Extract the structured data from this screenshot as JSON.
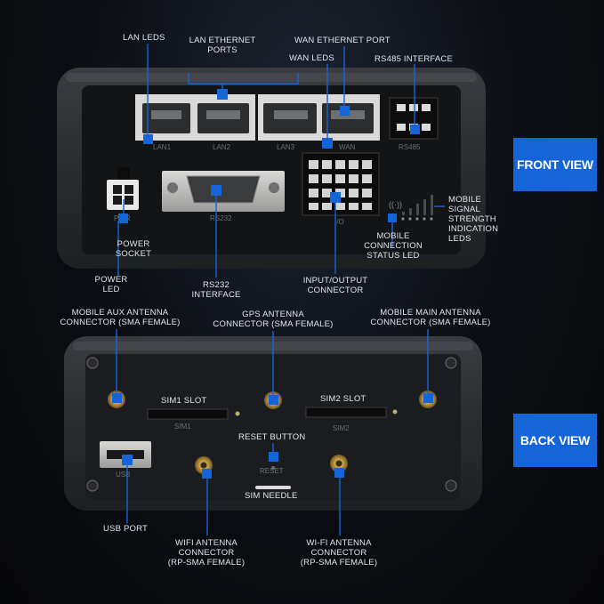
{
  "views": {
    "front": "FRONT VIEW",
    "back": "BACK VIEW"
  },
  "front_labels": {
    "lan_leds": "LAN LEDS",
    "lan_ethernet_ports": [
      "LAN ETHERNET",
      "PORTS"
    ],
    "wan_ethernet_port": "WAN ETHERNET PORT",
    "wan_leds": "WAN LEDS",
    "rs485_interface": "RS485 INTERFACE",
    "power_socket": [
      "POWER",
      "SOCKET"
    ],
    "power_led": [
      "POWER",
      "LED"
    ],
    "rs232_interface": [
      "RS232",
      "INTERFACE"
    ],
    "io_connector": [
      "INPUT/OUTPUT",
      "CONNECTOR"
    ],
    "mobile_connection_status": [
      "MOBILE",
      "CONNECTION",
      "STATUS LED"
    ],
    "mobile_signal_strength": [
      "MOBILE",
      "SIGNAL",
      "STRENGTH",
      "INDICATION",
      "LEDS"
    ]
  },
  "back_labels": {
    "mobile_aux_antenna": [
      "MOBILE AUX ANTENNA",
      "CONNECTOR (SMA FEMALE)"
    ],
    "gps_antenna": [
      "GPS ANTENNA",
      "CONNECTOR (SMA FEMALE)"
    ],
    "mobile_main_antenna": [
      "MOBILE MAIN ANTENNA",
      "CONNECTOR (SMA FEMALE)"
    ],
    "sim1_slot": "SIM1 SLOT",
    "sim2_slot": "SIM2 SLOT",
    "reset_button": "RESET BUTTON",
    "sim_needle": "SIM NEEDLE",
    "usb_port": "USB PORT",
    "wifi_antenna_left": [
      "WIFI ANTENNA",
      "CONNECTOR",
      "(RP-SMA FEMALE)"
    ],
    "wifi_antenna_right": [
      "WI-FI ANTENNA",
      "CONNECTOR",
      "(RP-SMA FEMALE)"
    ]
  },
  "device_silkscreen": {
    "lan1": "LAN1",
    "lan2": "LAN2",
    "lan3": "LAN3",
    "wan": "WAN",
    "rs485": "RS485",
    "pwr": "PWR",
    "rs232": "RS232",
    "io": "I/O",
    "sim1": "SIM1",
    "sim2": "SIM2",
    "usb": "USB",
    "reset": "RESET"
  },
  "colors": {
    "accent_blue": "#1565d8",
    "label_text": "#dfe6ee",
    "device_body": "#2a2c30",
    "device_panel": "#111214"
  }
}
